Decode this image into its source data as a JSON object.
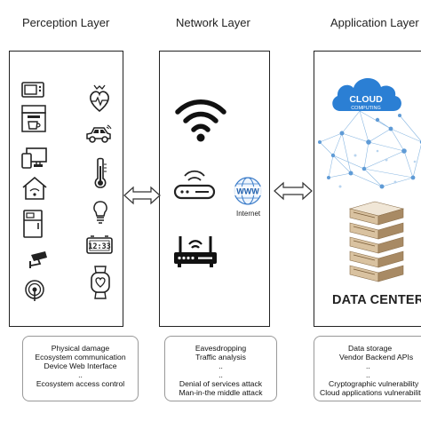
{
  "layers": {
    "perception": {
      "title": "Perception Layer",
      "devices": [
        "microwave-icon",
        "heart-rate-icon",
        "coffee-machine-icon",
        "car-icon",
        "computer-icon",
        "thermometer-icon",
        "smart-home-icon",
        "light-bulb-icon",
        "fridge-icon",
        "digital-clock-icon",
        "security-camera-icon",
        "smartwatch-icon",
        "sensor-icon"
      ],
      "clock_text": "12:33",
      "threats": [
        "Physical damage",
        "Ecosystem communication",
        "Device Web Interface",
        "..",
        "Ecosystem access control"
      ]
    },
    "network": {
      "title": "Network Layer",
      "devices": [
        "wifi-icon",
        "router-icon",
        "internet-globe-icon",
        "router-icon"
      ],
      "globe_text": "WWW",
      "internet_label": "Internet",
      "threats": [
        "Eavesdropping",
        "Traffic analysis",
        "..",
        "..",
        "Denial of services attack",
        "Man-in-the middle attack"
      ]
    },
    "application": {
      "title": "Application Layer",
      "cloud_title": "CLOUD",
      "cloud_subtitle": "COMPUTING",
      "data_center_label": "DATA CENTER",
      "threats": [
        "Data storage",
        "Vendor Backend APIs",
        "..",
        "..",
        "Cryptographic vulnerability",
        "Cloud applications vulnerability"
      ]
    }
  },
  "colors": {
    "cloud_blue": "#2b7fd4",
    "node_blue": "#7fb0de",
    "server_tan": "#c9a87a",
    "icon_dark": "#222222"
  }
}
